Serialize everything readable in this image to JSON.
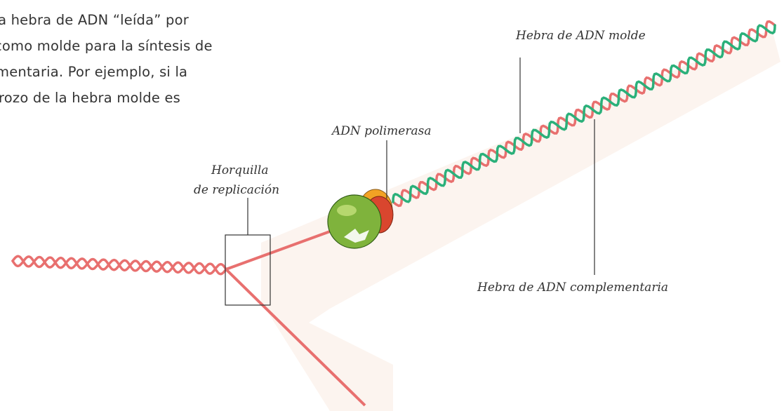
{
  "body_text": {
    "lines": [
      "La hebra de ADN “leída” por",
      "como molde para la síntesis de",
      "mentaria. Por ejemplo, si la",
      "rozo de la hebra molde es"
    ]
  },
  "labels": {
    "template_strand": "Hebra de ADN molde",
    "polymerase": "ADN polimerasa",
    "fork_line1": "Horquilla",
    "fork_line2": "de replicación",
    "complementary_strand": "Hebra de ADN complementaria"
  },
  "colors": {
    "template_strand": "#e8706f",
    "new_strand": "#2bb07a",
    "polymerase_green": "#7fb33c",
    "polymerase_red": "#d9462e",
    "polymerase_orange": "#f2a224",
    "shading": "#fbf3ee"
  }
}
